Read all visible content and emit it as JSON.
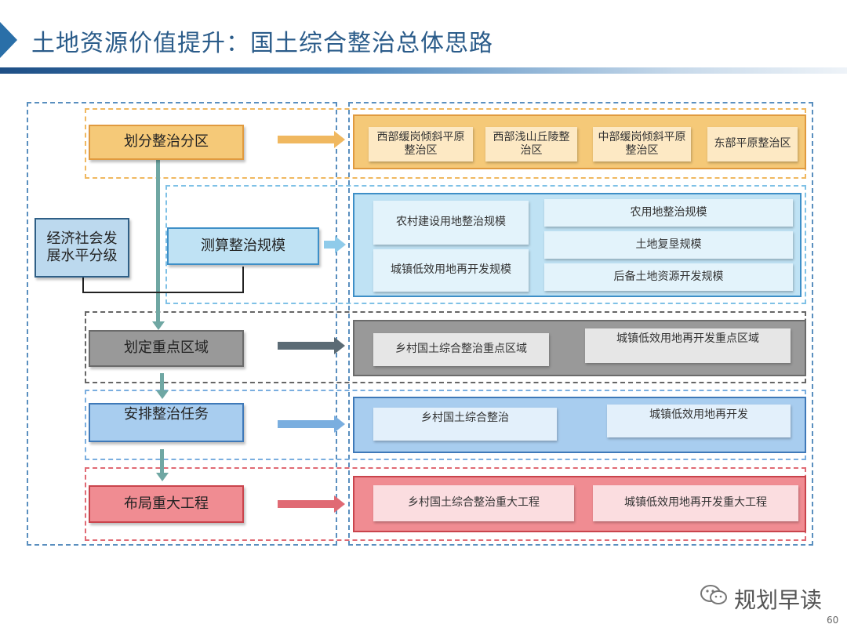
{
  "title": "土地资源价值提升：国土综合整治总体思路",
  "colors": {
    "orange": "#f5c978",
    "orange_border": "#e09a3f",
    "blue": "#bfe2f4",
    "blue_border": "#3e8fc7",
    "gray": "#999999",
    "gray_border": "#6b6b6b",
    "mid_blue": "#a8cdef",
    "mid_blue_border": "#3f79b8",
    "red": "#f08c92",
    "red_border": "#c9444c"
  },
  "steps": {
    "zoning": "划分整治分区",
    "measure": "测算整治规模",
    "econ": "经济社会发展水平分级",
    "key_area": "划定重点区域",
    "tasks": "安排整治任务",
    "projects": "布局重大工程"
  },
  "zones": [
    "西部缓岗倾斜平原整治区",
    "西部浅山丘陵整治区",
    "中部缓岗倾斜平原整治区",
    "东部平原整治区"
  ],
  "scale": {
    "rural_construction": "农村建设用地整治规模",
    "urban_low": "城镇低效用地再开发规模",
    "farmland": "农用地整治规模",
    "reclaim": "土地复垦规模",
    "reserve": "后备土地资源开发规模"
  },
  "key_areas": [
    "乡村国土综合整治重点区域",
    "城镇低效用地再开发重点区域"
  ],
  "tasks": [
    "乡村国土综合整治",
    "城镇低效用地再开发"
  ],
  "projects": [
    "乡村国土综合整治重大工程",
    "城镇低效用地再开发重大工程"
  ],
  "footer": {
    "brand": "规划早读",
    "page": "60"
  }
}
